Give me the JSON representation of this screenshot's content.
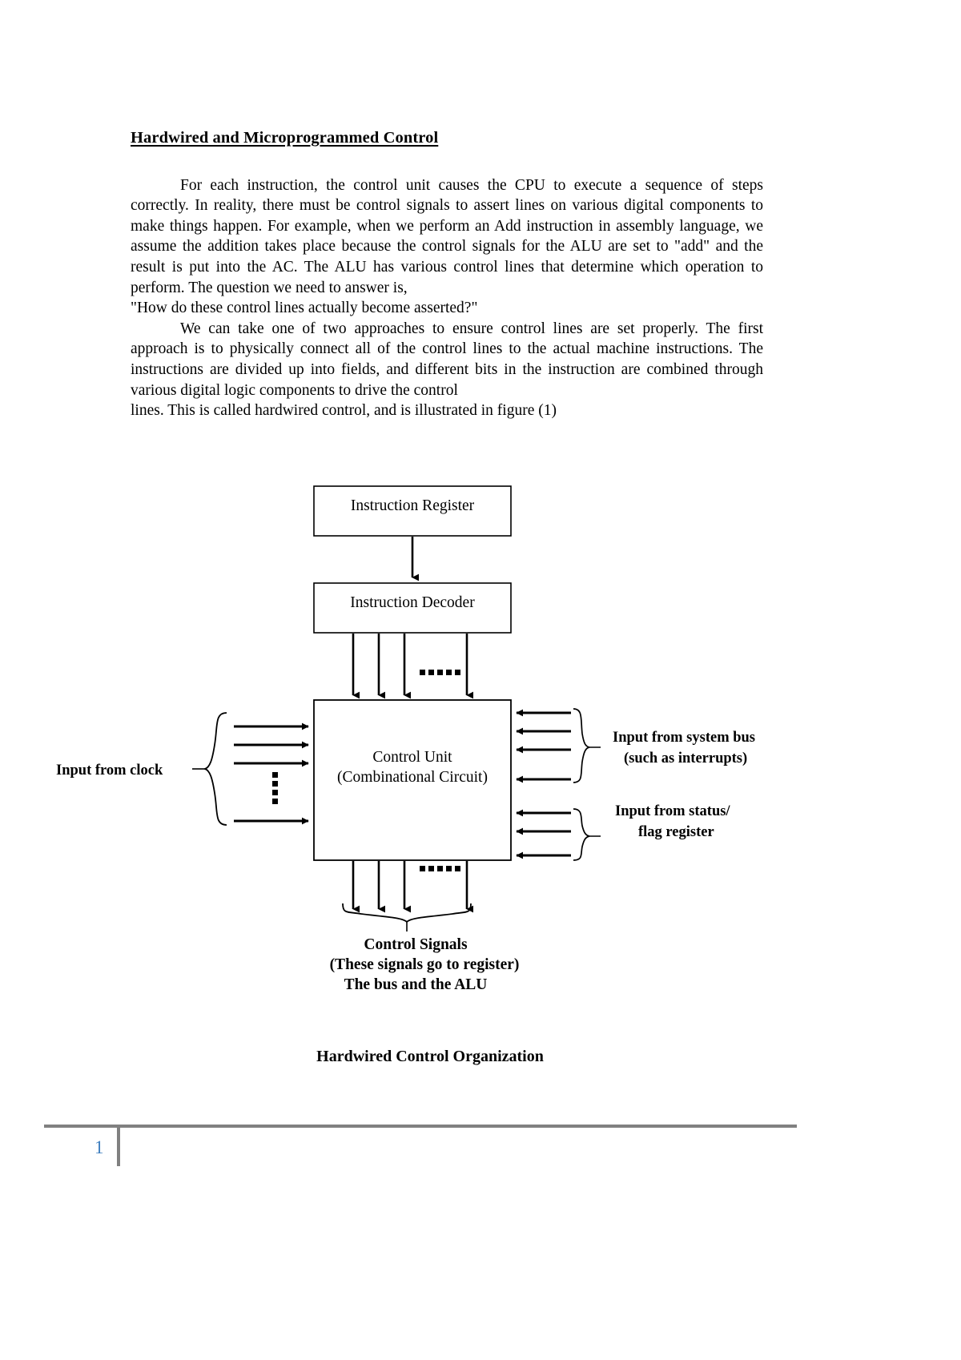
{
  "document": {
    "heading": "Hardwired and Microprogrammed Control",
    "paragraphs": [
      {
        "id": "p1",
        "lines": [
          "For each instruction, the control unit causes the CPU to execute a sequence of",
          "steps correctly. In reality, there must be control signals to assert lines on various digital",
          "components to make things happen. For example, when we perform an Add instruction in",
          "assembly language, we assume the addition takes place because the control signals for the",
          "ALU are set to \"add\" and the result is put into the AC. The ALU has various control lines",
          "that determine which operation to perform. The question we need to answer is,",
          "\"How do these control lines actually become asserted?\""
        ]
      },
      {
        "id": "p2",
        "lines": [
          "We can take one of two approaches to ensure control lines are set properly. The",
          "first approach is to physically connect all of the control lines to the actual machine",
          "instructions. The instructions are divided up into fields, and different bits in the",
          "instruction are combined through various digital logic components to drive the control",
          "lines. This is called hardwired control, and is illustrated in figure (1)"
        ]
      }
    ]
  },
  "figure": {
    "boxes": {
      "instruction_register": "Instruction Register",
      "instruction_decoder": "Instruction Decoder",
      "control_unit_line1": "Control Unit",
      "control_unit_line2": "(Combinational Circuit)"
    },
    "labels": {
      "input_from_clock": "Input from clock",
      "input_from_system_bus_line1": "Input from system bus",
      "input_from_system_bus_line2": "(such as interrupts)",
      "input_from_status_line1": "Input from status/",
      "input_from_status_line2": "flag register",
      "control_signals_line1": "Control Signals",
      "control_signals_line2": "(These  signals  go  to  register)",
      "control_signals_line3": "The bus and the ALU"
    },
    "caption": "Hardwired Control Organization",
    "ellipsis_glyph": "......."
  },
  "footer": {
    "page_number": "1"
  },
  "colors": {
    "text": "#000000",
    "footer_rule": "#808080",
    "page_number": "#3f7fbf",
    "diagram_stroke": "#000000"
  }
}
